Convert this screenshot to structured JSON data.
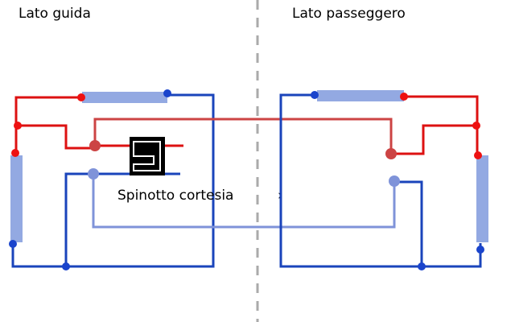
{
  "labels": {
    "driver_side": "Lato guida",
    "passenger_side": "Lato passeggero",
    "courtesy_plug": "Spinotto cortesia",
    "stray_mark": "›"
  },
  "colors": {
    "red_wire": "#dd1111",
    "red_wire_muted": "#cc4444",
    "blue_wire": "#1a44bb",
    "blue_wire_light": "#7f93d9",
    "lamp_bar": "#93a9e2",
    "red_node": "#ee1111",
    "red_node_muted": "#cc4444",
    "blue_node": "#1a44cc",
    "blue_node_light": "#7f93d9",
    "divider": "#aaaaaa",
    "plug_fill": "#000000",
    "plug_outline": "#ffffff"
  }
}
